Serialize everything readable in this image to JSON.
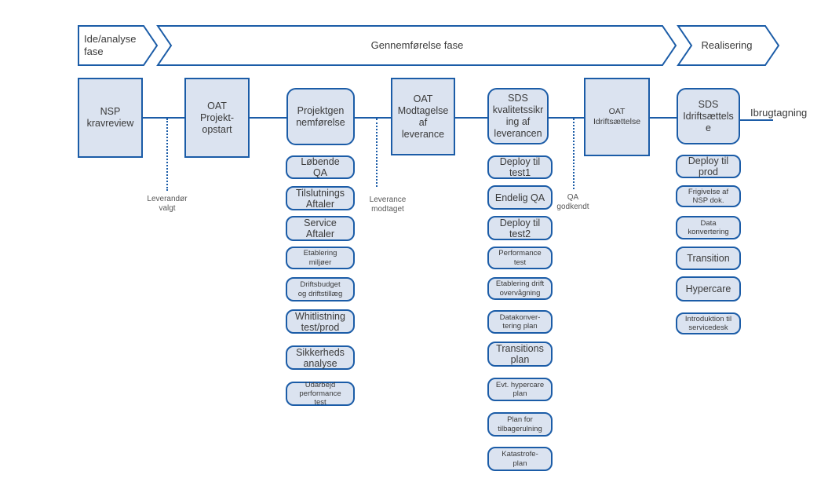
{
  "colors": {
    "stroke_blue": "#1b5ca7",
    "box_fill": "#dbe3f0",
    "chevron_fill": "#ffffff",
    "text_dark": "#3a3a3a",
    "text_gray": "#595959"
  },
  "phases": {
    "ide_analyse": "Ide/analyse\nfase",
    "gennemfoerelse": "Gennemførelse fase",
    "realisering": "Realisering"
  },
  "main_flow": {
    "nsp_kravreview": "NSP\nkravreview",
    "oat_projektopstart": "OAT\nProjekt-\nopstart",
    "projektgennemfoerelse": "Projektgen\nnemførelse",
    "oat_modtagelse": "OAT\nModtagelse\naf\nleverance",
    "sds_kvalitetssikring": "SDS\nkvalitetssikr\ning af\nleverancen",
    "oat_idriftsaettelse": "OAT\nIdriftsættelse",
    "sds_idriftsaettelse": "SDS\nIdriftsættels\ne",
    "ibrugtagning": "Ibrugtagning"
  },
  "milestones": {
    "leverandoer_valgt": "Leverandør\nvalgt",
    "leverance_modtaget": "Leverance\nmodtaget",
    "qa_godkendt": "QA\ngodkendt"
  },
  "projekt_tasks": [
    "Løbende\nQA",
    "Tilslutnings\nAftaler",
    "Service\nAftaler",
    "Etablering\nmiljøer",
    "Driftsbudget\nog driftstillæg",
    "Whitlistning\ntest/prod",
    "Sikkerheds\nanalyse",
    "Udarbejd\nperformance\ntest"
  ],
  "kvalitet_tasks": [
    "Deploy til\ntest1",
    "Endelig QA",
    "Deploy til\ntest2",
    "Performance\ntest",
    "Etablering drift\novervågning",
    "Datakonver-\ntering plan",
    "Transitions\nplan",
    "Evt. hypercare\nplan",
    "Plan for\ntilbagerulning",
    "Katastrofe-\nplan"
  ],
  "idrift_tasks": [
    "Deploy til\nprod",
    "Frigivelse af\nNSP dok.",
    "Data\nkonvertering",
    "Transition",
    "Hypercare",
    "Introduktion til\nservicedesk"
  ]
}
